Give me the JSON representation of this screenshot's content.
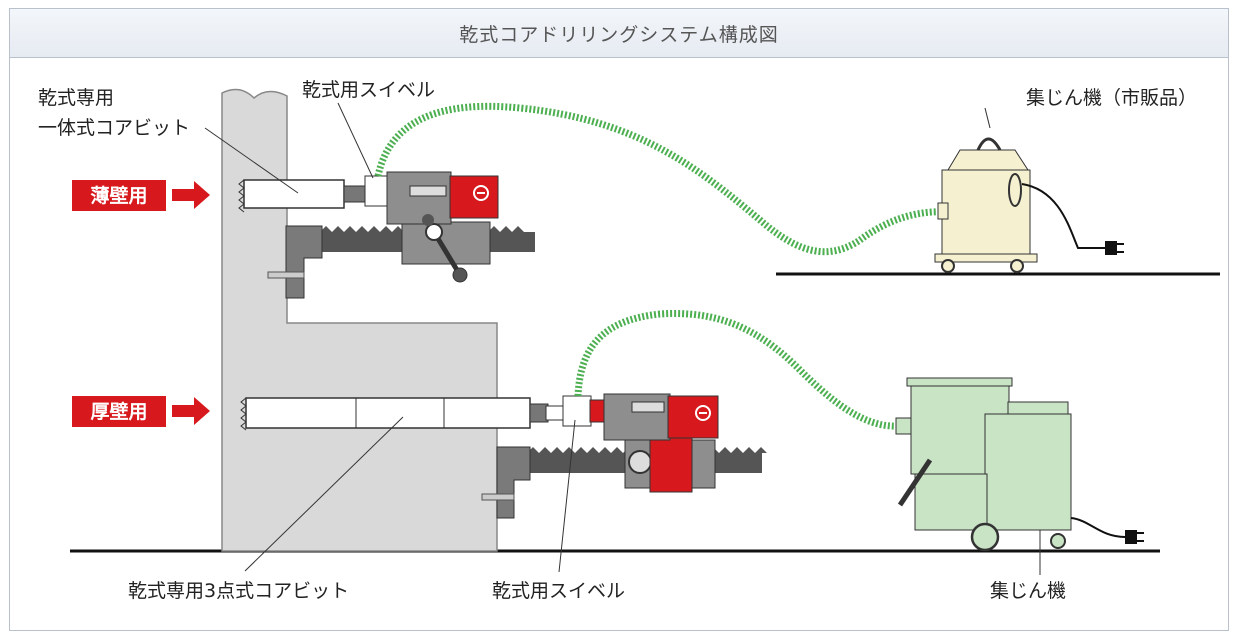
{
  "title": "乾式コアドリリングシステム構成図",
  "labels": {
    "thin_bit": "乾式専用\n一体式コアビット",
    "swivel_top": "乾式用スイベル",
    "thin_wall": "薄壁用",
    "collector_top": "集じん機（市販品）",
    "thick_wall": "厚壁用",
    "three_pt_bit": "乾式専用3点式コアビット",
    "swivel_bottom": "乾式用スイベル",
    "collector_bottom": "集じん機"
  },
  "colors": {
    "wall": "#d9d9d9",
    "hose": "#4caf50",
    "motor_red": "#d7191e",
    "body_gray": "#8e8e8e",
    "tag_red": "#d7191e",
    "vac_top": "#f5f0d0",
    "vac_bottom": "#c9e3c5"
  }
}
